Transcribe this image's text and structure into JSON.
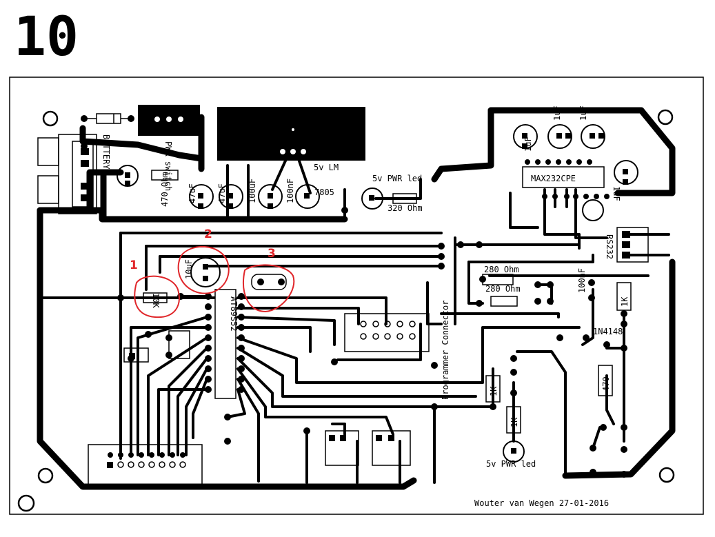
{
  "page_number": "10",
  "footer_credit": "Wouter van Wegen 27-01-2016",
  "annotations": [
    "1",
    "2",
    "3"
  ],
  "silkscreen": {
    "battery": "BATTERY",
    "pwr_switch": "PWR switch",
    "r470_ohm": "470 Ohm",
    "c47uf_a": "47uF",
    "c47uf_b": "47uF",
    "c100uf": "100uF",
    "c100nf_a": "100nF",
    "reg_lm": "5v LM",
    "reg_7805": "7805",
    "pwr_led_top": "5v PWR led",
    "r320": "320 Ohm",
    "c1uf_a": "1uF",
    "c1uf_b": "1uF",
    "c1uf_c": "1uF",
    "c1uf_d": "1uF",
    "max232": "MAX232CPE",
    "rs232": "RS232",
    "c10uf": "10uF",
    "r10k": "10K",
    "r280_a": "280 Ohm",
    "r280_b": "280 Ohm",
    "c100nf_b": "100nF",
    "r1k_a": "1K",
    "r1k_b": "1K",
    "r1k_c": "1K",
    "diode": "1N4148",
    "r470": "470",
    "mcu": "AT89S52",
    "prog_conn": "Programmer Connector",
    "pwr_led_bottom": "5v PWR led"
  }
}
